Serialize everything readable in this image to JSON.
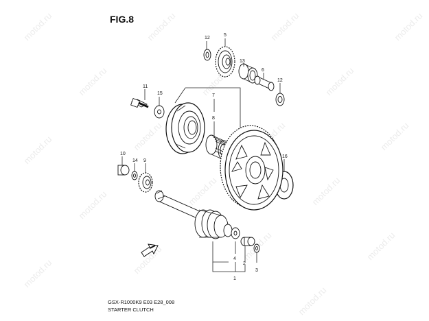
{
  "figure": {
    "title": "FIG.8",
    "footer_code": "GSX-R1000K9 E03 E28_008",
    "footer_name": "STARTER CLUTCH"
  },
  "watermark": {
    "text": "motod.ru",
    "color": "#ececec"
  },
  "callouts": [
    "12",
    "5",
    "13",
    "6",
    "12",
    "11",
    "15",
    "7",
    "8",
    "10",
    "14",
    "9",
    "16",
    "4",
    "2",
    "3",
    "1"
  ]
}
